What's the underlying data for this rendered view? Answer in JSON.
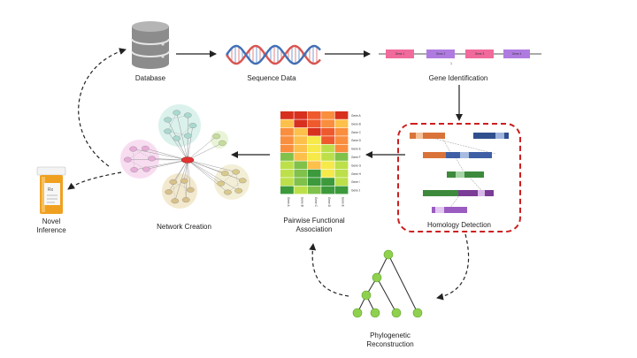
{
  "labels": {
    "database": "Database",
    "sequence_data": "Sequence Data",
    "gene_identification": "Gene Identification",
    "homology_detection": "Homology Detection",
    "pairwise_line1": "Pairwise Functional",
    "pairwise_line2": "Association",
    "network_creation": "Network Creation",
    "novel_line1": "Novel",
    "novel_line2": "Inference",
    "phylo_line1": "Phylogenetic",
    "phylo_line2": "Reconstruction"
  },
  "genes": [
    "Gene 1",
    "Gene 2",
    "Gene 3",
    "Gene 4"
  ],
  "gene_tick": "1",
  "heatmap": {
    "rows": [
      "Gene A",
      "Gene B",
      "Gene C",
      "Gene D",
      "Gene E",
      "Gene F",
      "Gene G",
      "Gene H",
      "Gene I",
      "Gene J"
    ],
    "cols": [
      "Gene A",
      "Gene B",
      "Gene C",
      "Gene D",
      "Gene E"
    ]
  },
  "bottle_label": "Rx",
  "colors": {
    "dashed_box": "#cc1f1f",
    "tree_node": "#8fd14f",
    "tree_line": "#2a2a2a",
    "helix_red": "#d9534f",
    "helix_blue": "#3f6fb5",
    "gene_pink": "#f06a9b",
    "gene_purple": "#b07be0",
    "bottle": "#f0a020"
  }
}
